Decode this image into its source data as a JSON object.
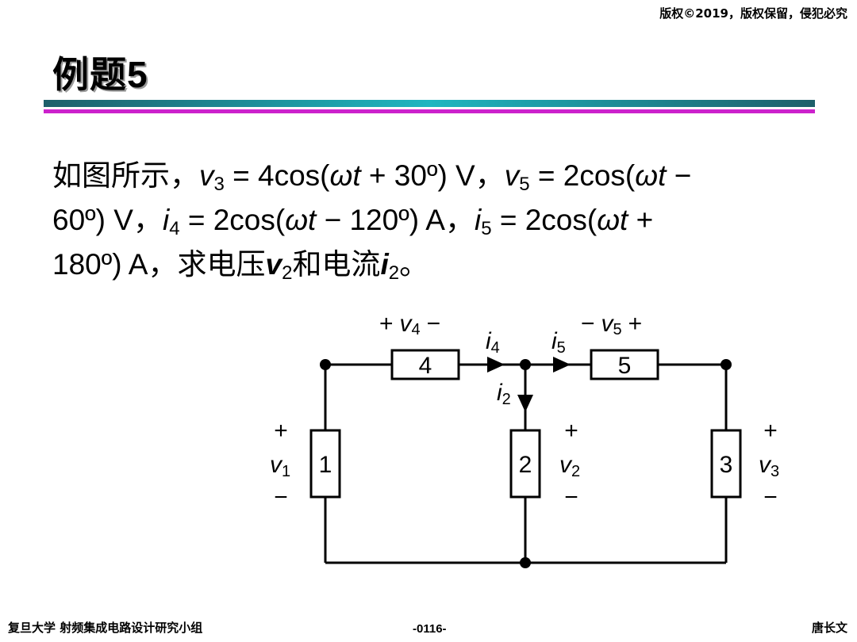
{
  "header": {
    "copyright": "版权©2019，版权保留，侵犯必究"
  },
  "title": {
    "prefix": "例题",
    "number": "5"
  },
  "problem": {
    "line1": {
      "t1": "如图所示，",
      "v3": "v",
      "v3sub": "3",
      "t2": " = 4cos(",
      "wt1": "ωt",
      "t3": " + 30º) V，",
      "v5": "v",
      "v5sub": "5",
      "t4": " = 2cos(",
      "wt2": "ωt",
      "t5": " −"
    },
    "line2": {
      "t1": "60º) V，",
      "i4": "i",
      "i4sub": "4",
      "t2": " = 2cos(",
      "wt": "ωt",
      "t3": " −  120º) A，",
      "i5": "i",
      "i5sub": "5",
      "t4": " = 2cos(",
      "wt2": "ωt",
      "t5": " +"
    },
    "line3": {
      "t1": "180º) A，",
      "t2": "求电压",
      "v2": "v",
      "v2sub": "2",
      "t3": "和电流",
      "i2": "i",
      "i2sub": "2",
      "t4": "。"
    }
  },
  "circuit": {
    "elements": [
      "4",
      "5",
      "1",
      "2",
      "3"
    ],
    "v4": {
      "plus": "+",
      "var": "v",
      "sub": "4",
      "minus": "−"
    },
    "v5": {
      "minus": "−",
      "var": "v",
      "sub": "5",
      "plus": "+"
    },
    "i4": {
      "var": "i",
      "sub": "4"
    },
    "i5": {
      "var": "i",
      "sub": "5"
    },
    "i2": {
      "var": "i",
      "sub": "2"
    },
    "v1": {
      "plus": "+",
      "var": "v",
      "sub": "1",
      "minus": "−"
    },
    "v2": {
      "plus": "+",
      "var": "v",
      "sub": "2",
      "minus": "−"
    },
    "v3": {
      "plus": "+",
      "var": "v",
      "sub": "3",
      "minus": "−"
    }
  },
  "footer": {
    "left": "复旦大学   射频集成电路设计研究小组",
    "page": "-0116-",
    "author": "唐长文"
  }
}
